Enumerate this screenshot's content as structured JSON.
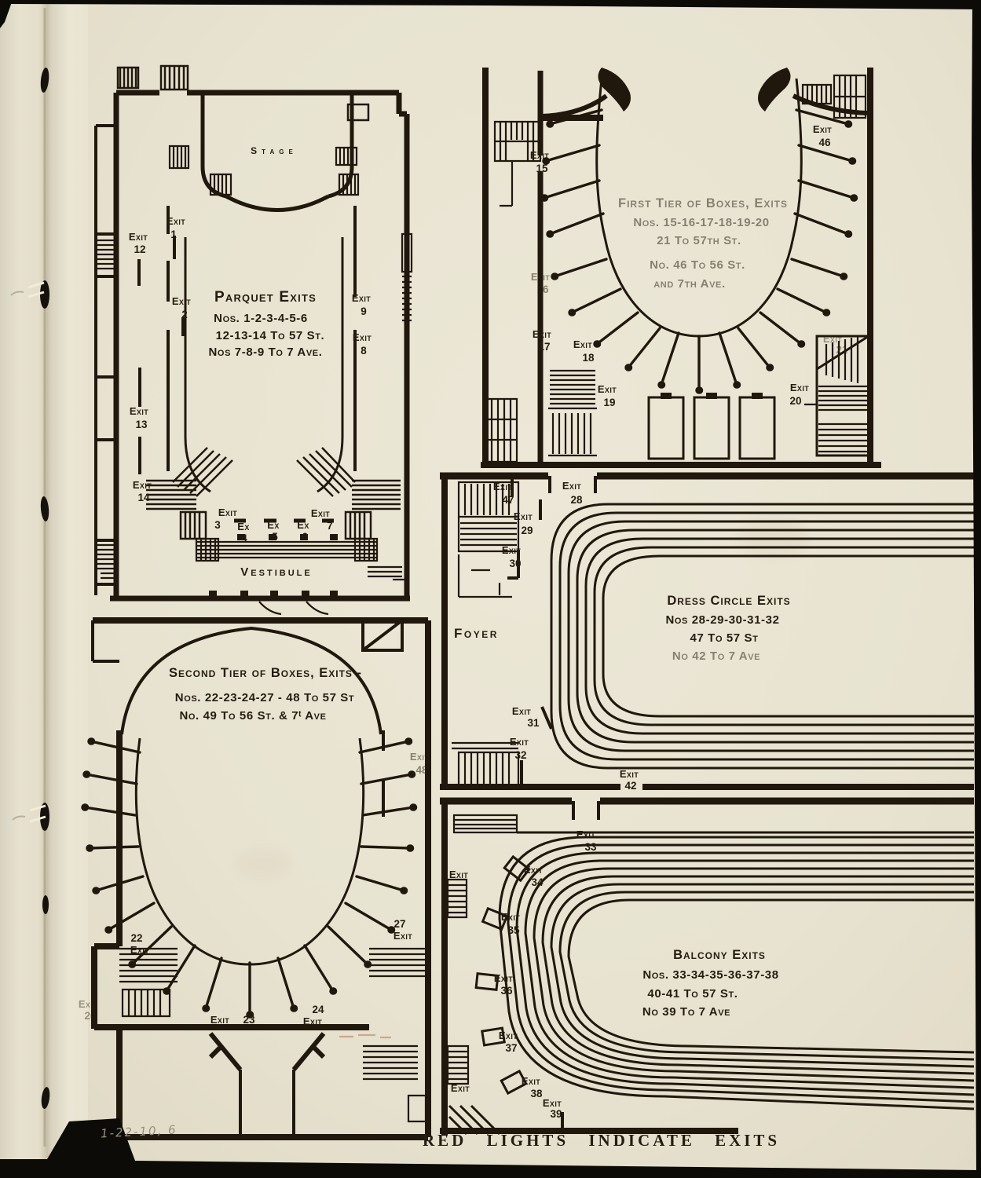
{
  "page": {
    "caption": "RED LIGHTS INDICATE EXITS",
    "handwritten_note": "1-22-10, 6",
    "paper_color": "#e9e4d2",
    "ink_color": "#20180d"
  },
  "words": {
    "exit": "Exit",
    "ex": "Ex"
  },
  "parquet": {
    "stage": "Stage",
    "vestibule": "Vestibule",
    "title": "Parquet Exits",
    "line1": "Nos. 1-2-3-4-5-6",
    "line2": "12-13-14 To 57 St.",
    "line3": "Nos 7-8-9 To 7 Ave.",
    "n1": "1",
    "n2": "2",
    "n3": "3",
    "n4": "4",
    "n5": "5",
    "n6": "6",
    "n7": "7",
    "n8": "8",
    "n9": "9",
    "n12": "12",
    "n13": "13",
    "n14": "14"
  },
  "first_tier": {
    "title": "First Tier of Boxes, Exits",
    "line1": "Nos. 15-16-17-18-19-20",
    "line2": "21 To 57th St.",
    "line3": "No. 46 To 56 St.",
    "line4": "and 7th Ave.",
    "n15": "15",
    "n16": "16",
    "n17": "17",
    "n18": "18",
    "n19": "19",
    "n20": "20",
    "n21": "21",
    "n46": "46"
  },
  "dress_circle": {
    "foyer": "Foyer",
    "title": "Dress Circle Exits",
    "line1": "Nos 28-29-30-31-32",
    "line2": "47 To 57 St",
    "line3": "No 42 To 7 Ave",
    "n28": "28",
    "n29": "29",
    "n30": "30",
    "n31": "31",
    "n32": "32",
    "n42": "42",
    "n47": "47"
  },
  "second_tier": {
    "title": "Second Tier of Boxes, Exits -",
    "line1": "Nos. 22-23-24-27 - 48 To 57 St",
    "line2": "No. 49 To 56 St. & 7ᵗ Ave",
    "n22": "22",
    "n23": "23",
    "n24": "24",
    "n26": "26",
    "n27": "27",
    "n48": "48"
  },
  "balcony": {
    "title": "Balcony Exits",
    "line1": "Nos. 33-34-35-36-37-38",
    "line2": "40-41 To 57 St.",
    "line3": "No 39 To 7 Ave",
    "n33": "33",
    "n34": "34",
    "n35": "35",
    "n36": "36",
    "n37": "37",
    "n38": "38",
    "n39": "39"
  }
}
